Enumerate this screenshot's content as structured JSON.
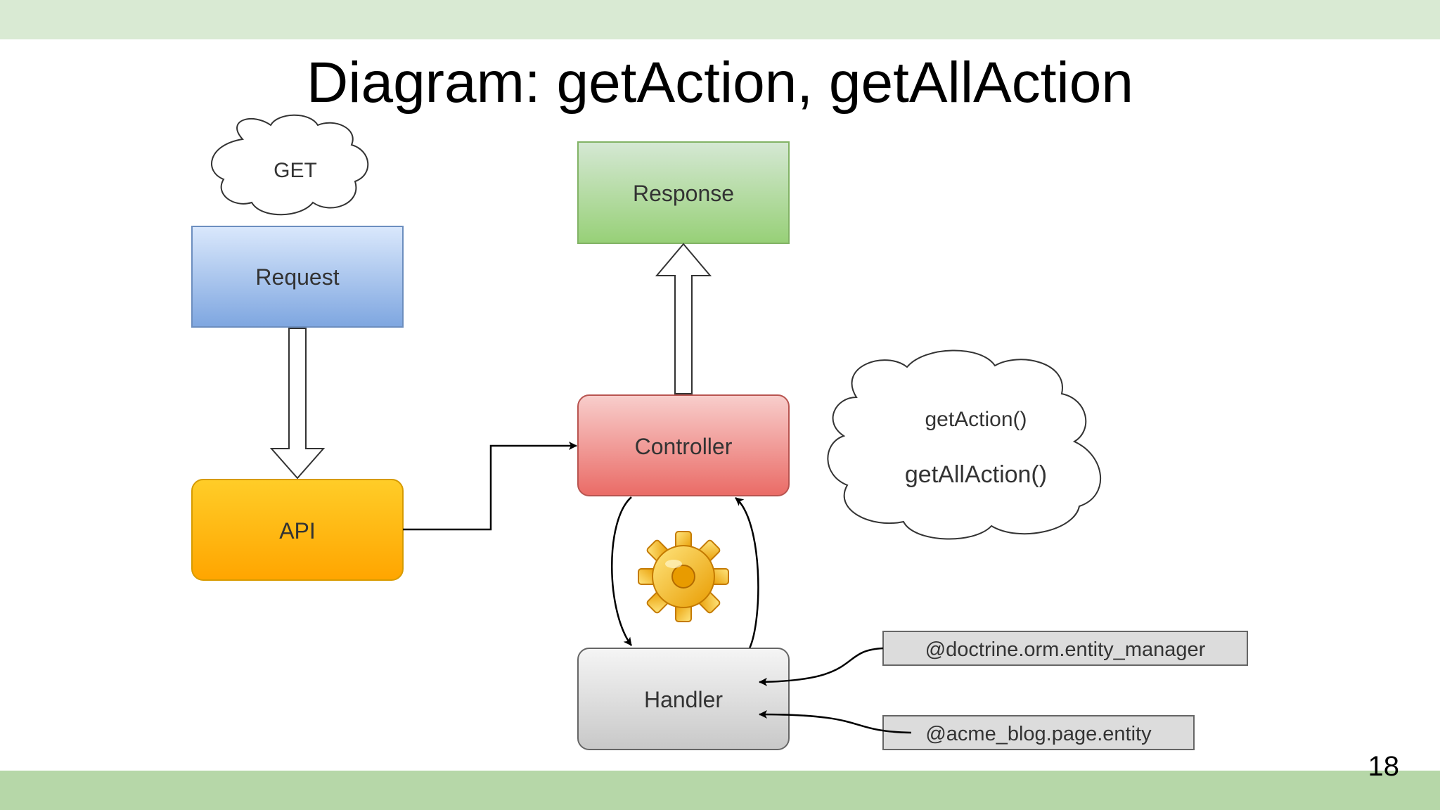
{
  "slide": {
    "title": "Diagram: getAction, getAllAction",
    "page_number": "18"
  },
  "diagram": {
    "get_cloud": "GET",
    "request": "Request",
    "api": "API",
    "response": "Response",
    "controller": "Controller",
    "handler": "Handler",
    "actions_cloud": {
      "line1": "getAction()",
      "line2": "getAllAction()"
    },
    "service_entity_manager": "@doctrine.orm.entity_manager",
    "service_page_entity": "@acme_blog.page.entity"
  },
  "icons": {
    "gear": "gear-icon"
  },
  "colors": {
    "top_band": "#d9ead3",
    "bottom_band": "#b6d7a8",
    "request": "#a9c4eb",
    "api": "#ffb300",
    "response": "#a5d786",
    "controller": "#ea6b66",
    "handler": "#dcdcdc",
    "gear": "#f4b400"
  }
}
